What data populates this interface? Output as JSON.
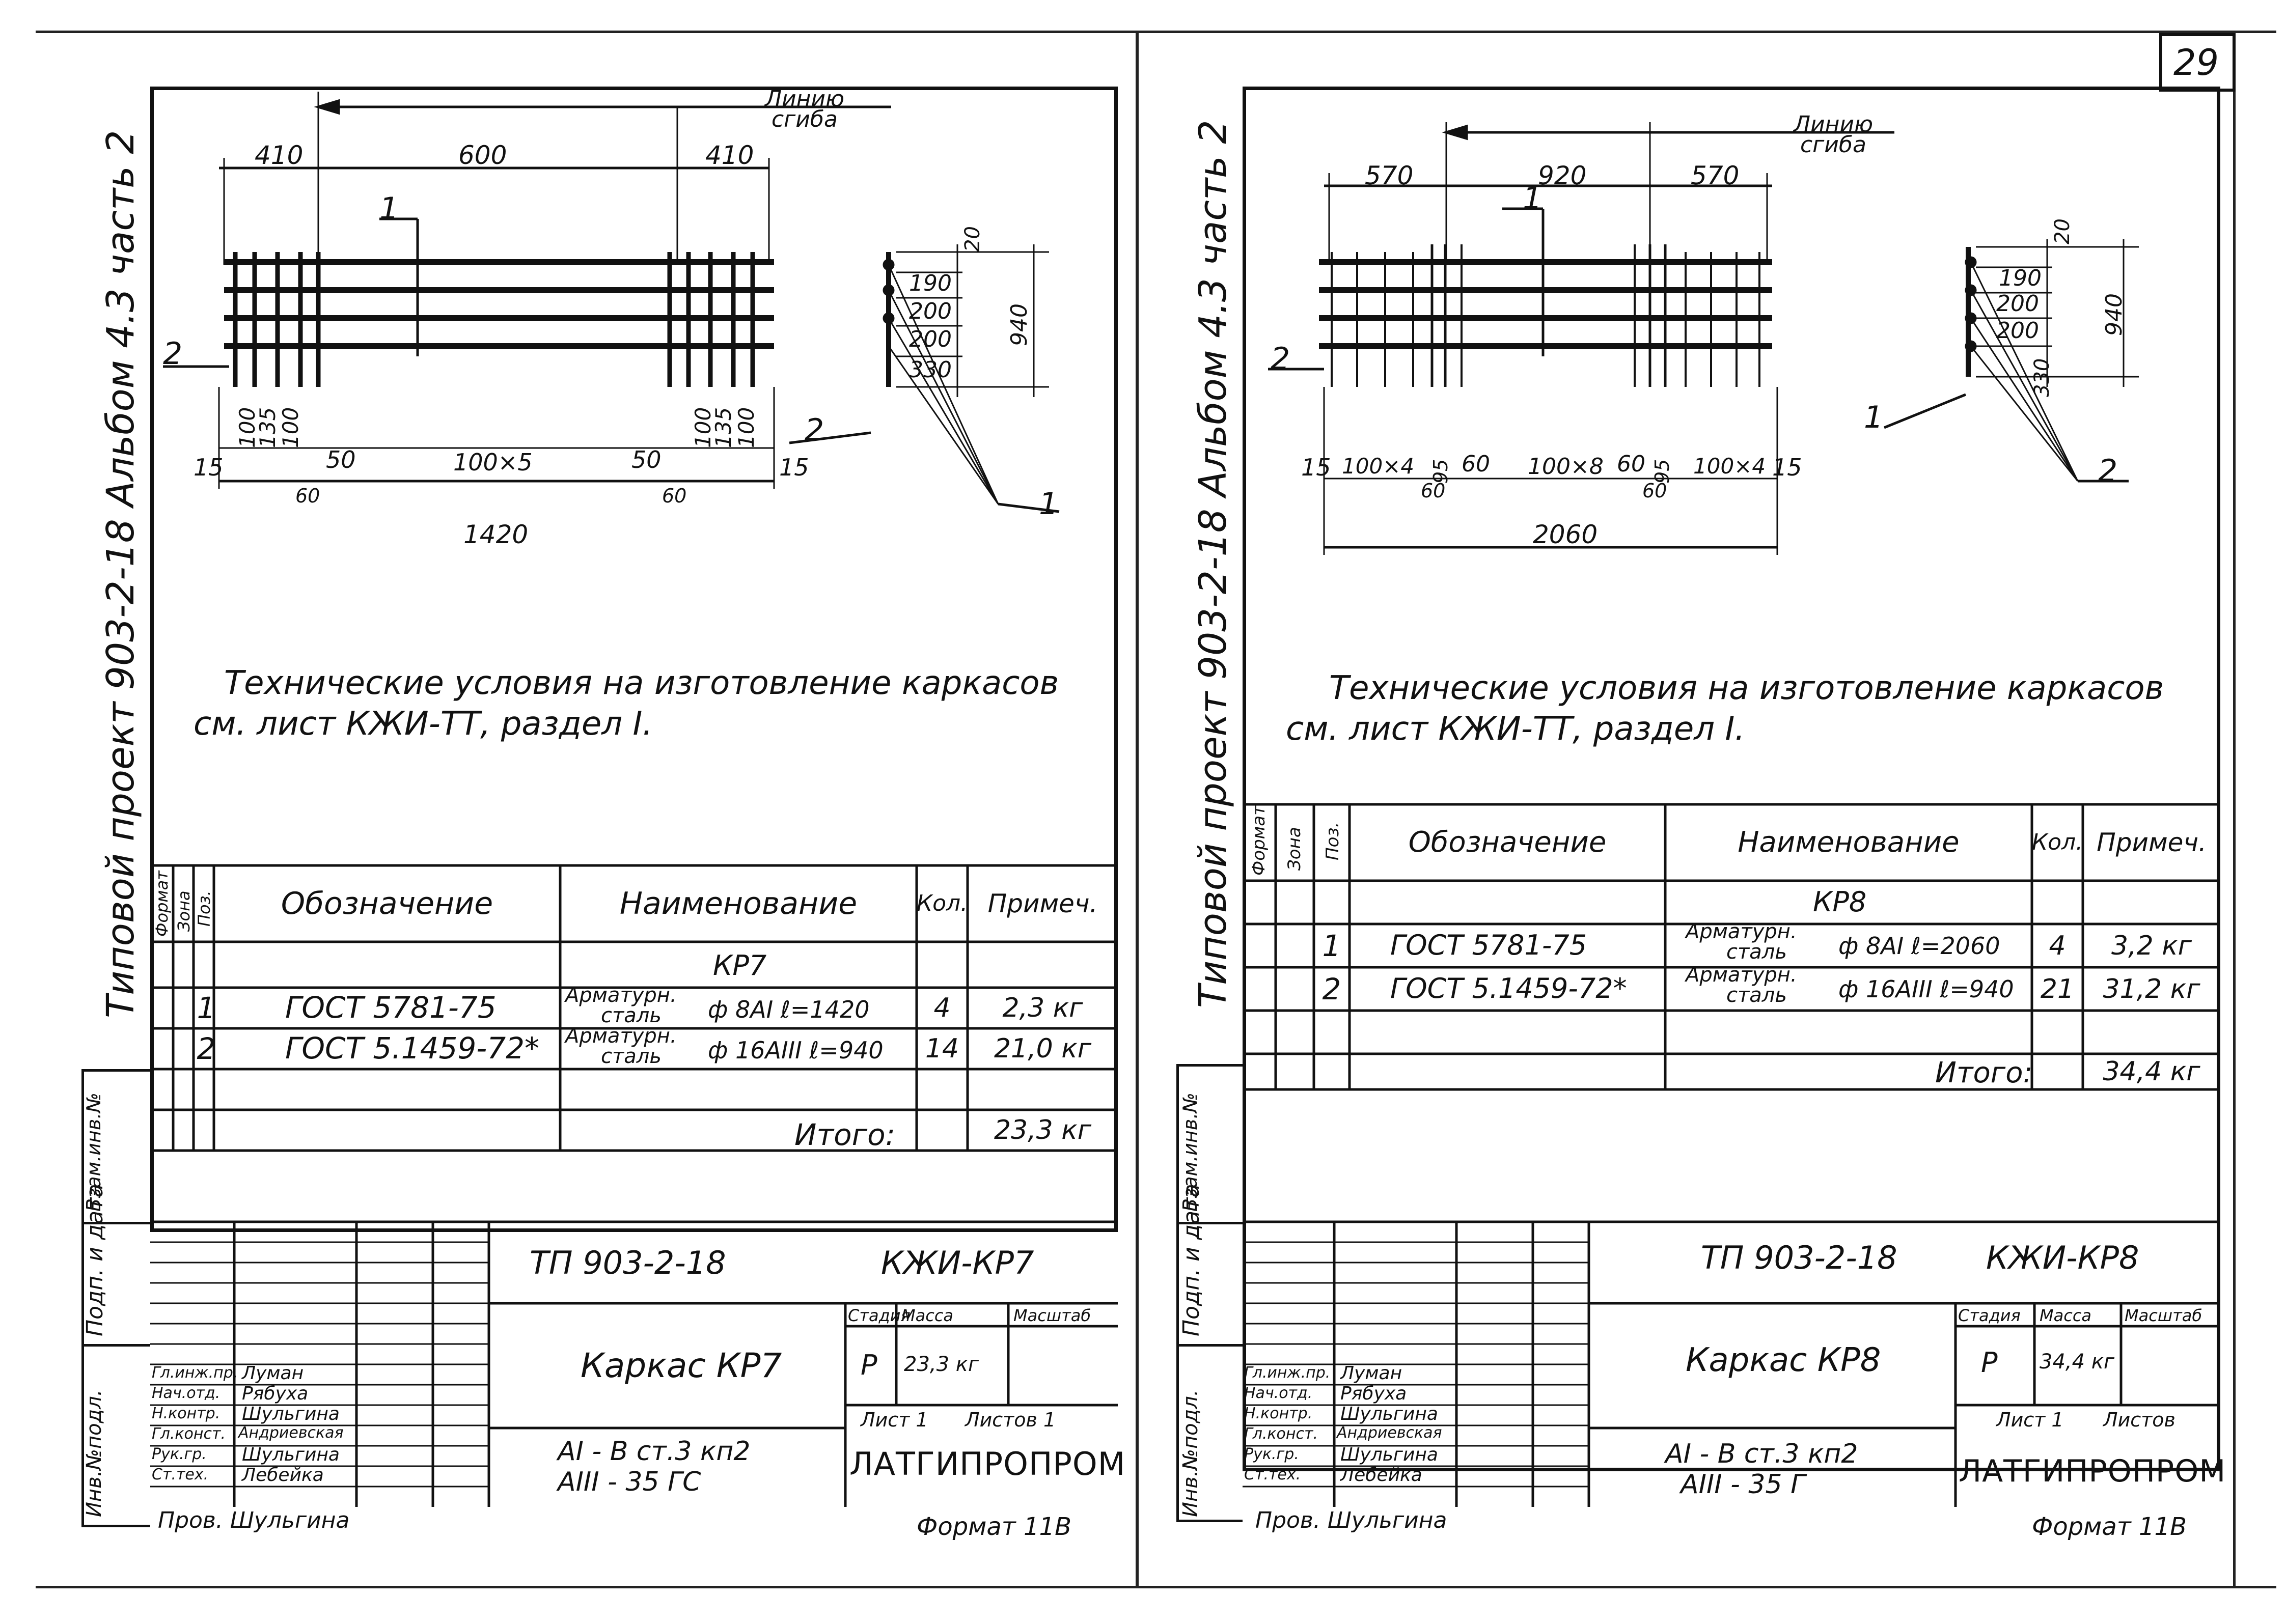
{
  "page_number": "29",
  "sheets": [
    {
      "side_label": "Типовой проект 903-2-18   Альбом 4.3 часть 2",
      "flow": "Линию сгиба",
      "dims_top": [
        "410",
        "600",
        "410"
      ],
      "dims_bottom": [
        "15",
        "100",
        "135",
        "100",
        "50",
        "100×5",
        "50",
        "100",
        "135",
        "100",
        "15"
      ],
      "dims_small": [
        "60",
        "60"
      ],
      "total": "1420",
      "section_dims": [
        "20",
        "190",
        "200",
        "200",
        "330"
      ],
      "section_total": "940",
      "pos_labels": [
        "1",
        "2",
        "2",
        "1"
      ],
      "note": [
        "Технические условия на изготовление каркасов",
        "см. лист КЖИ-ТТ, раздел I."
      ],
      "spec_headers": [
        "Формат",
        "Зона",
        "Поз.",
        "Обозначение",
        "Наименование",
        "Кол.",
        "Примеч."
      ],
      "spec_group": "КР7",
      "spec_rows": [
        {
          "pos": "1",
          "doc": "ГОСТ 5781-75",
          "name1": "Арматурн.",
          "name2": "сталь",
          "spec": "ф 8АI ℓ=1420",
          "qty": "4",
          "note": "2,3 кг"
        },
        {
          "pos": "2",
          "doc": "ГОСТ 5.1459-72*",
          "name1": "Арматурн.",
          "name2": "сталь",
          "spec": "ф 16АIII ℓ=940",
          "qty": "14",
          "note": "21,0 кг"
        }
      ],
      "total_label": "Итого:",
      "total_value": "23,3 кг",
      "side_stamps": [
        "Взам.инв.№",
        "Подп. и дата",
        "Инв.№подл."
      ],
      "code": "ТП 903-2-18",
      "sheet_mark": "КЖИ-КР7",
      "title": "Каркас КР7",
      "stage_headers": [
        "Стадия",
        "Масса",
        "Масштаб"
      ],
      "stage": "Р",
      "mass": "23,3 кг",
      "sheet_label": "Лист 1",
      "sheets_label": "Листов 1",
      "material": [
        "АI - В ст.3 кп2",
        "АIII - 35 ГС"
      ],
      "org": "ЛАТГИПРОПРОМ",
      "people": [
        {
          "role": "Гл.инж.пр.",
          "name": "Луман"
        },
        {
          "role": "Нач.отд.",
          "name": "Рябуха"
        },
        {
          "role": "Н.контр.",
          "name": "Шульгина"
        },
        {
          "role": "Гл.конст.",
          "name": "Андриевская"
        },
        {
          "role": "Рук.гр.",
          "name": "Шульгина"
        },
        {
          "role": "Ст.тех.",
          "name": "Лебейка"
        }
      ],
      "checked": "Пров. Шульгина",
      "format": "Формат 11В"
    },
    {
      "side_label": "Типовой проект 903-2-18   Альбом 4.3 часть 2",
      "flow": "Линию сгиба",
      "dims_top": [
        "570",
        "920",
        "570"
      ],
      "dims_bottom": [
        "15",
        "100×4",
        "95",
        "60",
        "100×8",
        "60",
        "95",
        "100×4",
        "15"
      ],
      "dims_small": [
        "60",
        "60"
      ],
      "total": "2060",
      "section_dims": [
        "20",
        "190",
        "200",
        "200",
        "330"
      ],
      "section_total": "940",
      "pos_labels": [
        "1",
        "2",
        "1",
        "2"
      ],
      "note": [
        "Технические условия на изготовление каркасов",
        "см. лист КЖИ-ТТ, раздел I."
      ],
      "spec_headers": [
        "Формат",
        "Зона",
        "Поз.",
        "Обозначение",
        "Наименование",
        "Кол.",
        "Примеч."
      ],
      "spec_group": "КР8",
      "spec_rows": [
        {
          "pos": "1",
          "doc": "ГОСТ 5781-75",
          "name1": "Арматурн.",
          "name2": "сталь",
          "spec": "ф 8АI ℓ=2060",
          "qty": "4",
          "note": "3,2 кг"
        },
        {
          "pos": "2",
          "doc": "ГОСТ 5.1459-72*",
          "name1": "Арматурн.",
          "name2": "сталь",
          "spec": "ф 16АIII ℓ=940",
          "qty": "21",
          "note": "31,2 кг"
        }
      ],
      "total_label": "Итого:",
      "total_value": "34,4 кг",
      "side_stamps": [
        "Взам.инв.№",
        "Подп. и дата",
        "Инв.№подл."
      ],
      "code": "ТП 903-2-18",
      "sheet_mark": "КЖИ-КР8",
      "title": "Каркас КР8",
      "stage_headers": [
        "Стадия",
        "Масса",
        "Масштаб"
      ],
      "stage": "Р",
      "mass": "34,4 кг",
      "sheet_label": "Лист 1",
      "sheets_label": "Листов",
      "material": [
        "АI - В ст.3 кп2",
        "АIII - 35 Г"
      ],
      "org": "ЛАТГИПРОПРОМ",
      "people": [
        {
          "role": "Гл.инж.пр.",
          "name": "Луман"
        },
        {
          "role": "Нач.отд.",
          "name": "Рябуха"
        },
        {
          "role": "Н.контр.",
          "name": "Шульгина"
        },
        {
          "role": "Гл.конст.",
          "name": "Андриевская"
        },
        {
          "role": "Рук.гр.",
          "name": "Шульгина"
        },
        {
          "role": "Ст.тех.",
          "name": "Лебейка"
        }
      ],
      "checked": "Пров. Шульгина",
      "format": "Формат 11В"
    }
  ]
}
